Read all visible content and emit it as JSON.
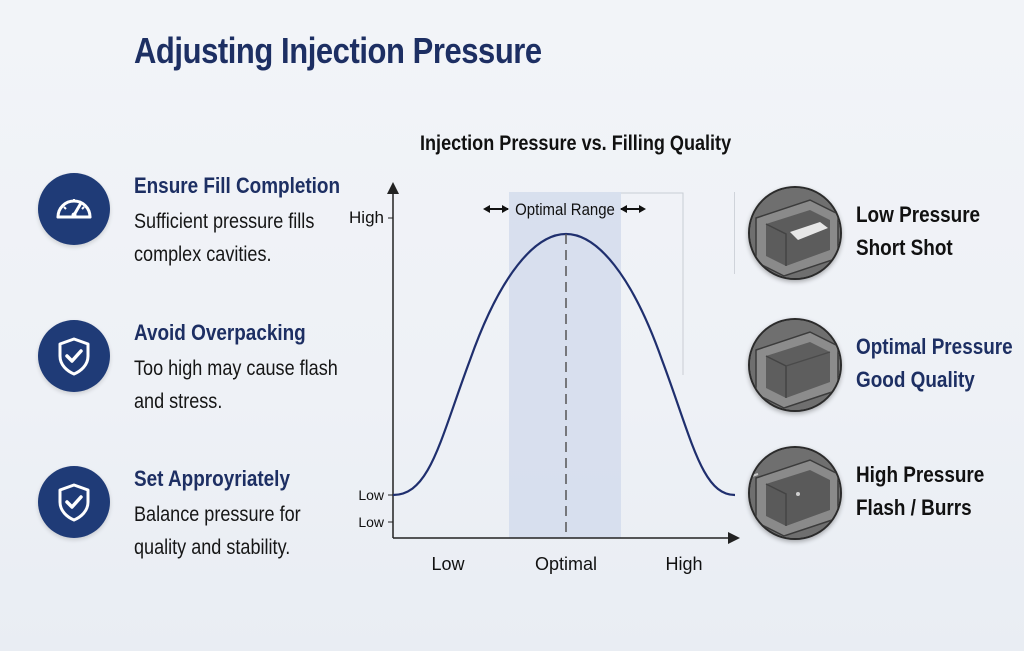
{
  "title": "Adjusting Injection Pressure",
  "features": [
    {
      "icon": "gauge-icon",
      "title": "Ensure Fill Completion",
      "desc": "Sufficient pressure fills complex cavities."
    },
    {
      "icon": "shield-check-icon",
      "title": "Avoid Overpacking",
      "desc": "Too high may cause flash and stress."
    },
    {
      "icon": "shield-check-icon",
      "title": "Set Approyriately",
      "desc": "Balance pressure for quality and stability."
    }
  ],
  "chart_data": {
    "type": "line",
    "title": "Injection Pressure vs. Filling Quality",
    "x_ticks": [
      "Low",
      "Optimal",
      "High"
    ],
    "y_ticks": [
      "High",
      "Low",
      "Low"
    ],
    "optimal_range_label": "Optimal Range",
    "curve": "bell-shaped, peak at Optimal",
    "colors": {
      "curve": "#1f2f6e",
      "band": "#d3dcec",
      "axis": "#222222"
    }
  },
  "outcomes": [
    {
      "line1": "Low Pressure",
      "line2": "Short Shot",
      "highlight": false
    },
    {
      "line1": "Optimal Pressure",
      "line2": "Good Quality",
      "highlight": true
    },
    {
      "line1": "High Pressure",
      "line2": "Flash / Burrs",
      "highlight": false
    }
  ],
  "colors": {
    "brand": "#1d2f63",
    "badge": "#1f3b77"
  }
}
